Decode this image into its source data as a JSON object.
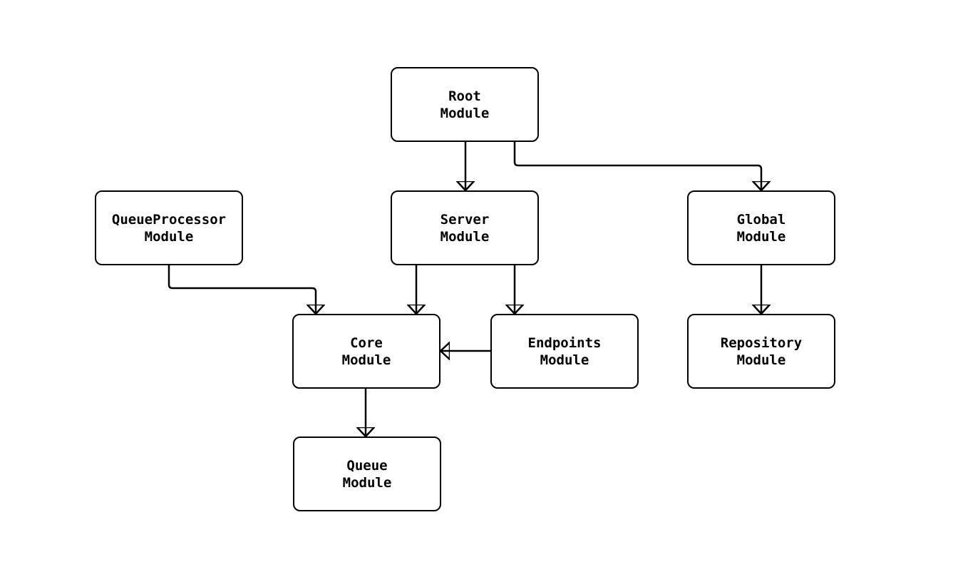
{
  "diagram": {
    "type": "module-dependency-flowchart",
    "background_color": "#ffffff",
    "node_fill_color": "#ffffff",
    "node_border_color": "#000000",
    "edge_color": "#000000",
    "text_color": "#000000",
    "nodes": {
      "root": {
        "label": "Root\nModule"
      },
      "queue_processor": {
        "label": "QueueProcessor\nModule"
      },
      "server": {
        "label": "Server\nModule"
      },
      "global": {
        "label": "Global\nModule"
      },
      "core": {
        "label": "Core\nModule"
      },
      "endpoints": {
        "label": "Endpoints\nModule"
      },
      "repository": {
        "label": "Repository\nModule"
      },
      "queue": {
        "label": "Queue\nModule"
      }
    },
    "edges": [
      {
        "from": "root",
        "to": "server"
      },
      {
        "from": "root",
        "to": "global"
      },
      {
        "from": "queue_processor",
        "to": "core"
      },
      {
        "from": "server",
        "to": "core"
      },
      {
        "from": "server",
        "to": "endpoints"
      },
      {
        "from": "endpoints",
        "to": "core"
      },
      {
        "from": "core",
        "to": "queue"
      },
      {
        "from": "global",
        "to": "repository"
      }
    ]
  }
}
